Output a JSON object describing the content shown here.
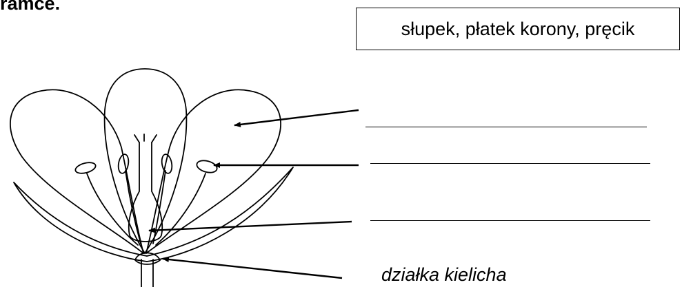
{
  "heading_fragment": "ramce.",
  "word_box": {
    "text": "słupek, płatek korony, pręcik"
  },
  "labels": {
    "sepal": "działka kielicha"
  },
  "colors": {
    "ink": "#000000",
    "background": "#ffffff"
  }
}
